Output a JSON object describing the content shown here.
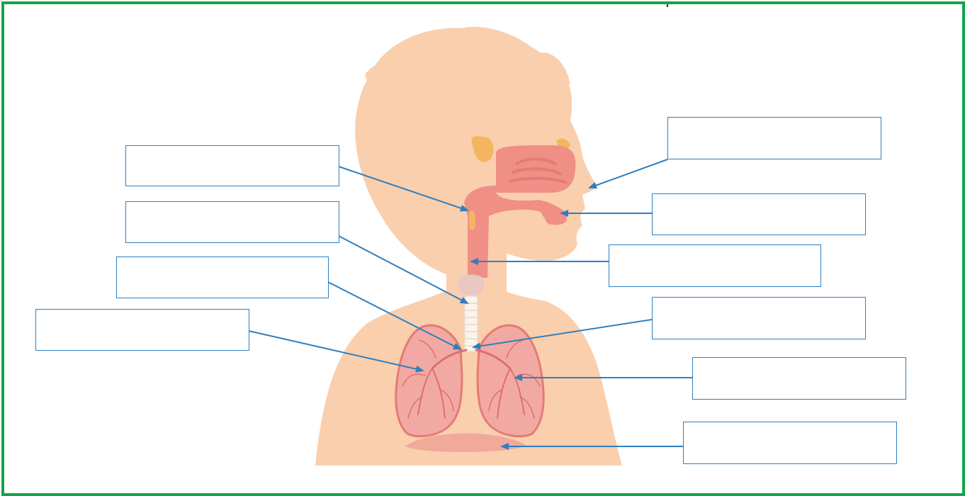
{
  "diagram": {
    "subject": "respiratory-system",
    "colors": {
      "frame": "#13a54a",
      "skin": "#f9cfae",
      "organ": "#ef8f86",
      "organ_light": "#f6b1a8",
      "organ_dark": "#e47b74",
      "lung": "#f2a9a3",
      "lung_vein": "#dd6f6d",
      "trachea": "#fbf5ee",
      "larynx": "#e9c7c2",
      "ear": "#f4b55f",
      "arrow": "#2f7fbf"
    },
    "labels": [
      {
        "id": "left-1",
        "text": ""
      },
      {
        "id": "left-2",
        "text": ""
      },
      {
        "id": "left-3",
        "text": ""
      },
      {
        "id": "left-4",
        "text": ""
      },
      {
        "id": "right-1",
        "text": ""
      },
      {
        "id": "right-2",
        "text": ""
      },
      {
        "id": "right-3",
        "text": ""
      },
      {
        "id": "right-4",
        "text": ""
      },
      {
        "id": "right-5",
        "text": ""
      },
      {
        "id": "right-6",
        "text": ""
      }
    ]
  }
}
